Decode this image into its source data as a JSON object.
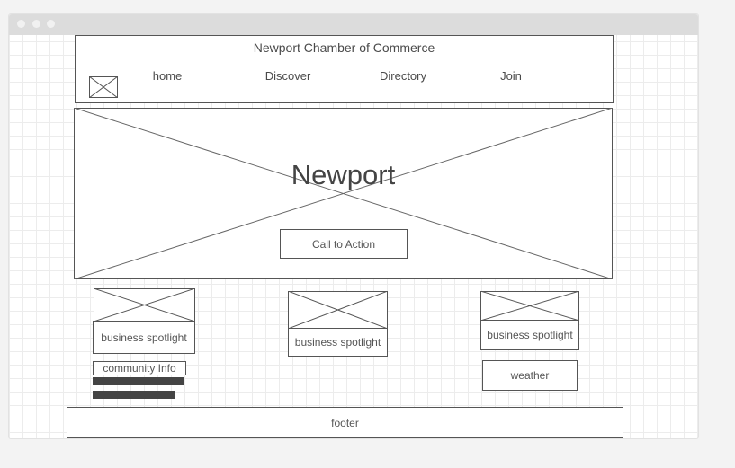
{
  "header": {
    "title": "Newport Chamber of Commerce",
    "nav": [
      {
        "label": "home"
      },
      {
        "label": "Discover"
      },
      {
        "label": "Directory"
      },
      {
        "label": "Join"
      }
    ]
  },
  "hero": {
    "title": "Newport",
    "cta_label": "Call to Action"
  },
  "cards": [
    {
      "label": "business spotlight"
    },
    {
      "label": "business spotlight"
    },
    {
      "label": "business spotlight"
    }
  ],
  "community": {
    "label": "community Info"
  },
  "weather": {
    "label": "weather"
  },
  "footer": {
    "label": "footer"
  }
}
